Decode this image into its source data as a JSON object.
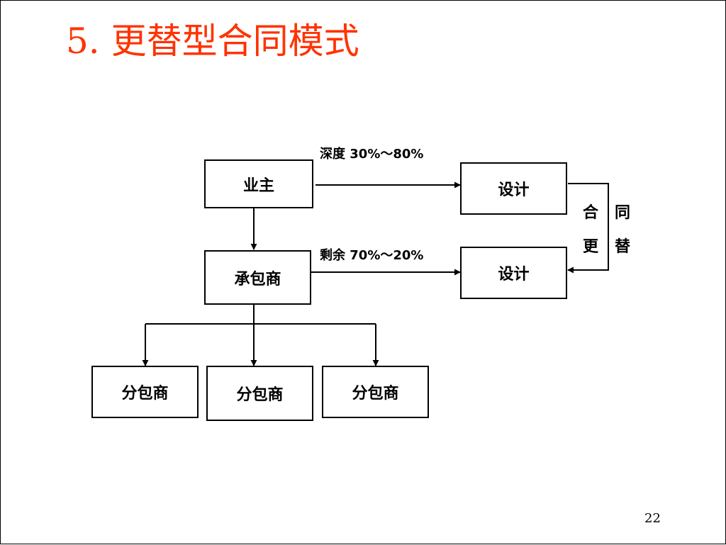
{
  "slide": {
    "title": "5. 更替型合同模式",
    "page_number": "22"
  },
  "diagram": {
    "nodes": {
      "owner": "业主",
      "contractor": "承包商",
      "design_initial": "设计",
      "design_remaining": "设计",
      "subcontractor_1": "分包商",
      "subcontractor_2": "分包商",
      "subcontractor_3": "分包商"
    },
    "edge_labels": {
      "depth": "深度 30%～80%",
      "remaining": "剩余 70%～20%"
    },
    "bracket_label": {
      "col_left": [
        "合",
        "更"
      ],
      "col_right": [
        "同",
        "替"
      ]
    }
  }
}
